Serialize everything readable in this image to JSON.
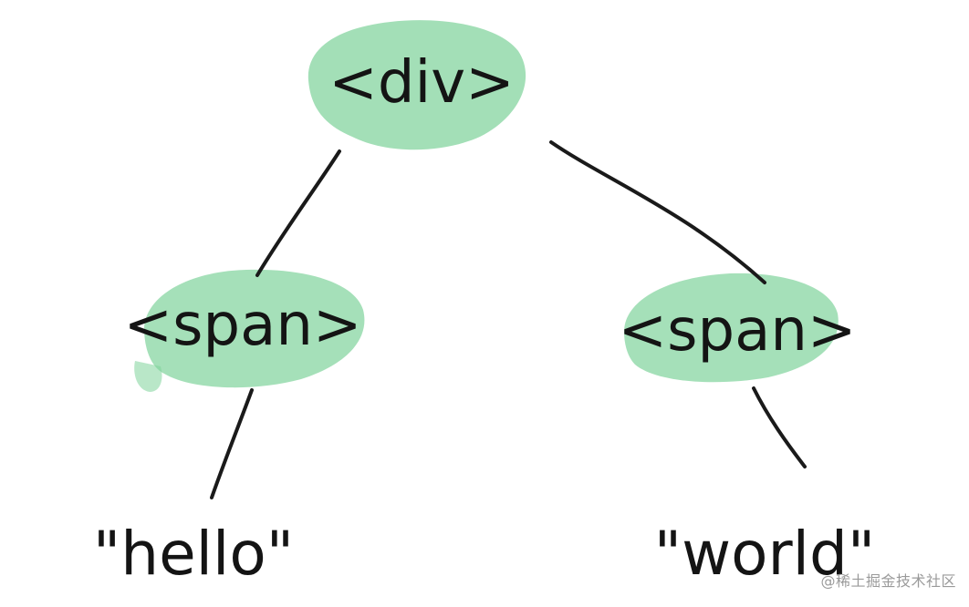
{
  "diagram": {
    "nodes": [
      {
        "id": "div",
        "label": "<div>"
      },
      {
        "id": "span-left",
        "label": "<span>"
      },
      {
        "id": "span-right",
        "label": "<span>"
      }
    ],
    "leaves": [
      {
        "id": "text-hello",
        "label": "\"hello\""
      },
      {
        "id": "text-world",
        "label": "\"world\""
      }
    ],
    "edges": [
      {
        "from": "div",
        "to": "span-left"
      },
      {
        "from": "div",
        "to": "span-right"
      },
      {
        "from": "span-left",
        "to": "text-hello"
      },
      {
        "from": "span-right",
        "to": "text-world"
      }
    ],
    "colors": {
      "node_fill": "#7fd39b",
      "line": "#1a1a1a",
      "text": "#141414"
    }
  },
  "watermark": "@稀土掘金技术社区"
}
